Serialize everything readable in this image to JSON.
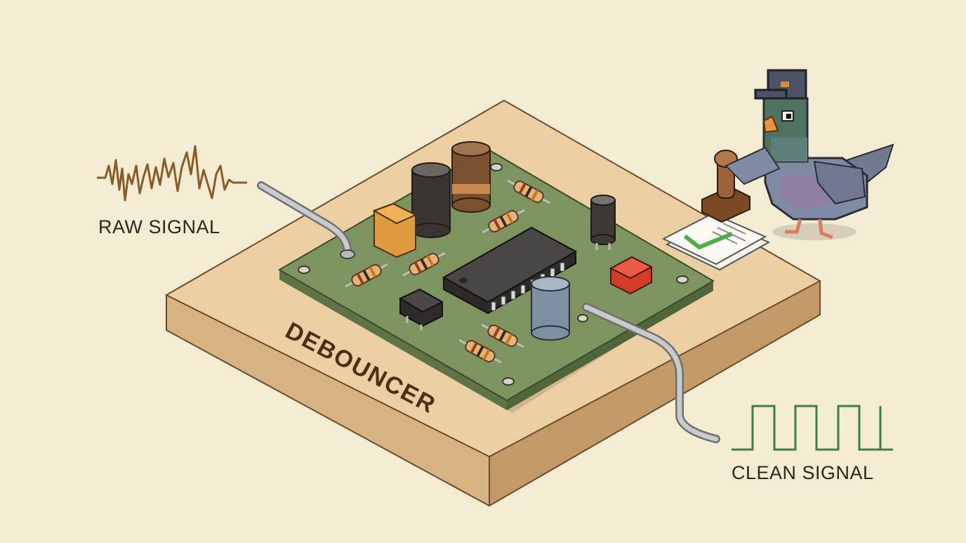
{
  "labels": {
    "input": "RAW SIGNAL",
    "output": "CLEAN SIGNAL",
    "module": "DEBOUNCER"
  },
  "colors": {
    "background": "#f3ecd3",
    "wood_base": "#e8c99b",
    "pcb": "#7e9460",
    "raw_waveform": "#8a5a2b",
    "clean_waveform": "#3d7f45",
    "pigeon": "#7f8aa3",
    "checkmark": "#4fae4a"
  },
  "icons": [
    "noisy-waveform-icon",
    "square-wave-icon",
    "pixel-pigeon-icon",
    "rubber-stamp-icon",
    "checkmark-icon"
  ]
}
